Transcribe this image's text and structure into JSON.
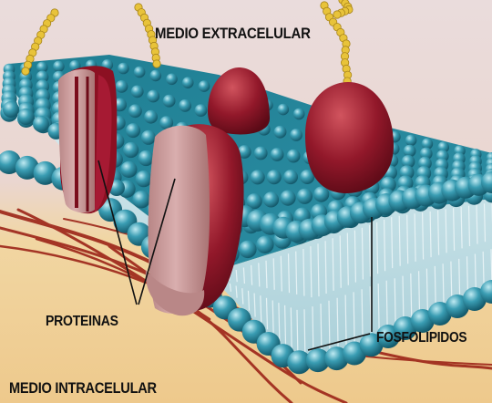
{
  "labels": {
    "extracellular": "MEDIO EXTRACELULAR",
    "proteins": "PROTEINAS",
    "phospholipids": "FOSFOLIPIDOS",
    "intracellular": "MEDIO INTRACELULAR"
  },
  "colors": {
    "extracellular_bg": "#ead9d7",
    "intracellular_bg": "#f0d39d",
    "phospholipid_head": "#2f8fa6",
    "phospholipid_tail": "#cfe4ea",
    "protein_pink": "#c99a9a",
    "protein_dark_red": "#8c1022",
    "glycan_chain": "#e8c33a",
    "cytoskeleton": "#9c2418"
  },
  "icons": [
    "glycoprotein-chain-icon",
    "phospholipid-head-icon",
    "channel-protein-icon",
    "peripheral-protein-icon"
  ]
}
